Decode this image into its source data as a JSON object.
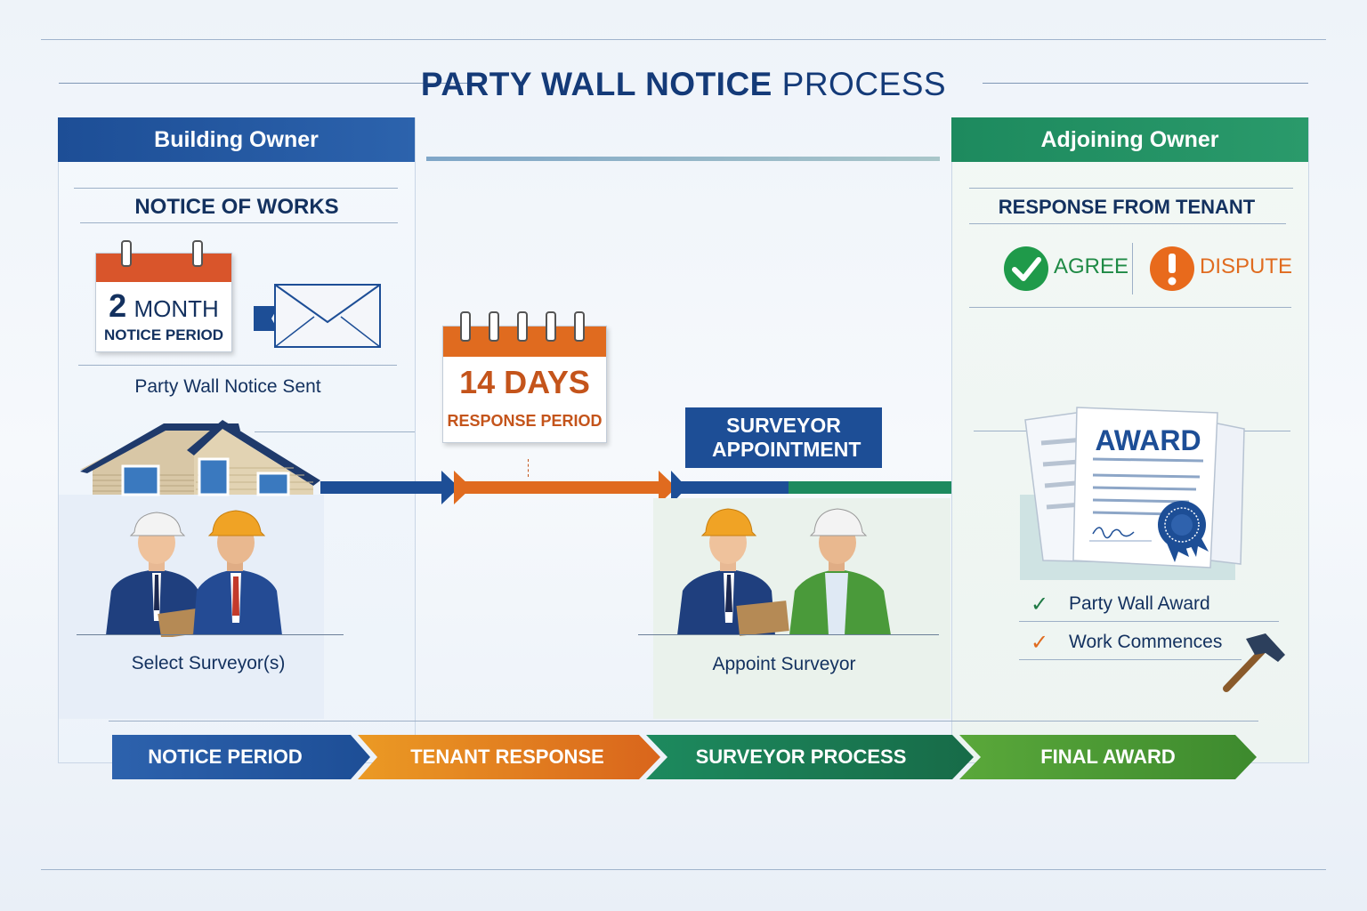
{
  "title": {
    "bold": "PARTY WALL NOTICE",
    "regular": "PROCESS"
  },
  "building_owner": {
    "header": "Building Owner",
    "section_title": "NOTICE OF WORKS",
    "calendar_number": "2",
    "calendar_unit": "MONTH",
    "calendar_caption": "NOTICE PERIOD",
    "notice_caption": "Party Wall Notice Sent",
    "surveyor_caption": "Select Surveyor(s)"
  },
  "response_calendar": {
    "number_text": "14 DAYS",
    "caption": "RESPONSE PERIOD"
  },
  "surveyor_appointment": {
    "box_label": "SURVEYOR APPOINTMENT",
    "caption": "Appoint Surveyor"
  },
  "adjoining_owner": {
    "header": "Adjoining Owner",
    "section_title": "RESPONSE FROM TENANT",
    "agree_label": "AGREE",
    "dispute_label": "DISPUTE",
    "award_title": "AWARD",
    "checklist": [
      {
        "label": "Party Wall Award",
        "color": "#1f7a45"
      },
      {
        "label": "Work Commences",
        "color": "#e06b1f"
      }
    ]
  },
  "stages": [
    "NOTICE PERIOD",
    "TENANT RESPONSE",
    "SURVEYOR PROCESS",
    "FINAL AWARD"
  ],
  "colors": {
    "blue": "#1d4e96",
    "orange": "#e06b1f",
    "green": "#1d8a5e",
    "light_green": "#4a9a3a"
  },
  "icons": [
    "calendar-icon",
    "envelope-icon",
    "house-icon",
    "surveyor-pair-icon",
    "check-circle-icon",
    "exclamation-circle-icon",
    "award-document-icon",
    "hammer-icon"
  ]
}
